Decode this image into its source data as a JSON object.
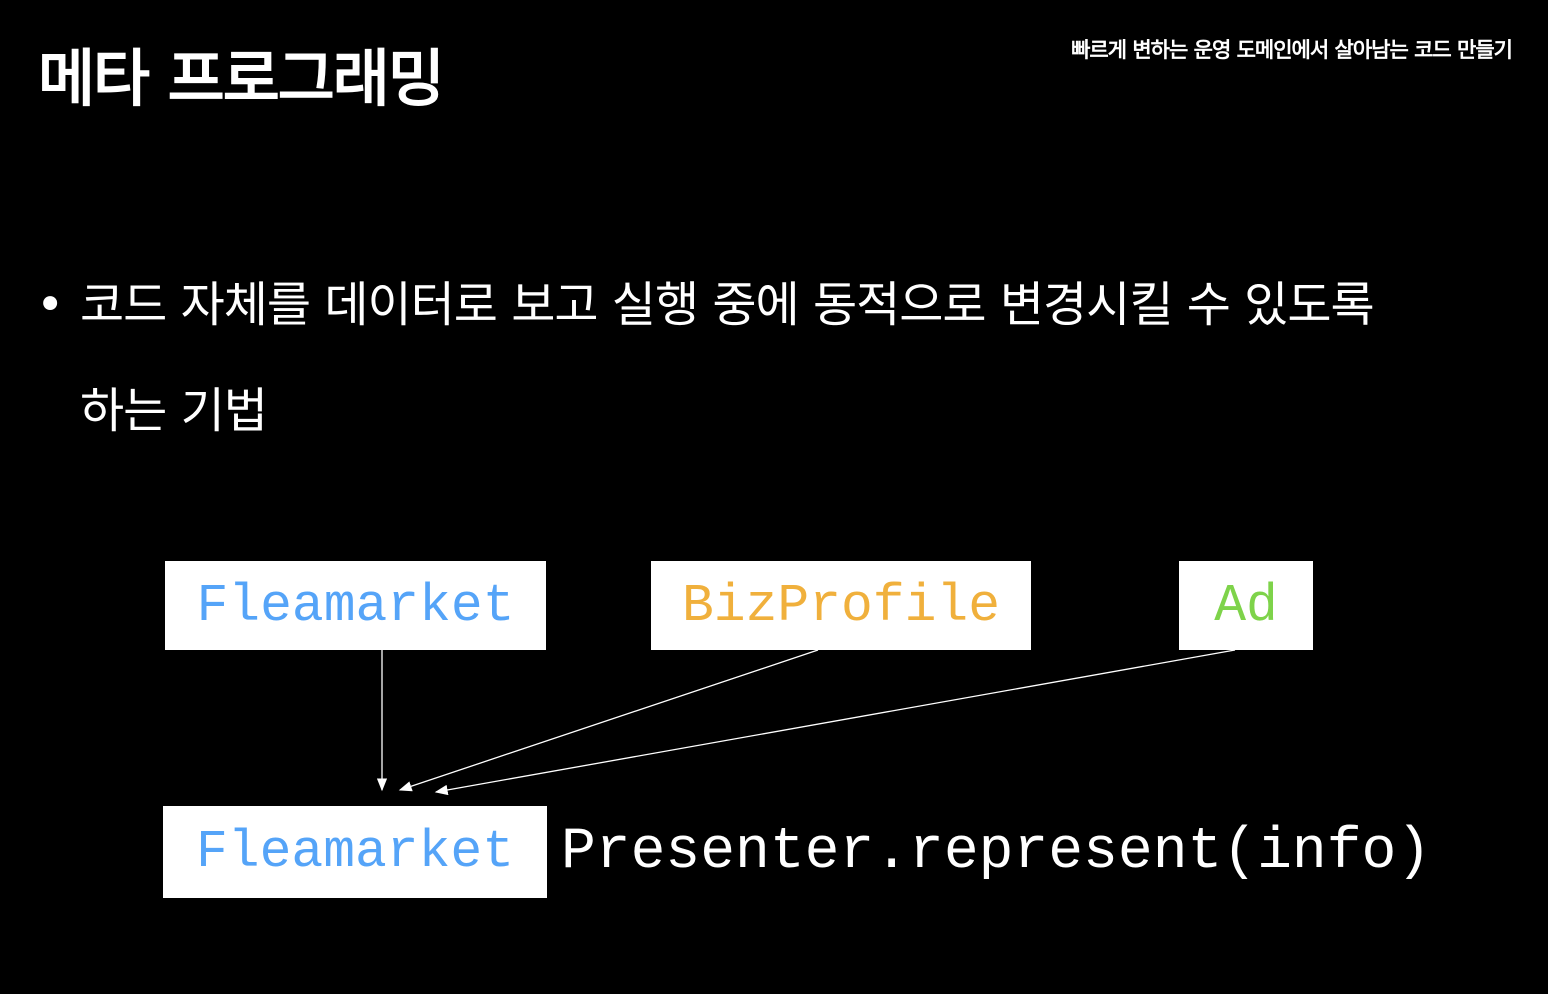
{
  "slide": {
    "title": "메타 프로그래밍",
    "subtitle": "빠르게 변하는 운영 도메인에서 살아남는 코드 만들기",
    "bullet_marker": "•",
    "bullet_text": "코드 자체를 데이터로 보고 실행 중에 동적으로 변경시킬 수 있도록 하는 기법"
  },
  "diagram": {
    "sources": [
      {
        "label": "Fleamarket",
        "color": "#55a4f8"
      },
      {
        "label": "BizProfile",
        "color": "#f0b03c"
      },
      {
        "label": "Ad",
        "color": "#7ed34a"
      }
    ],
    "target": {
      "label": "Fleamarket",
      "color": "#55a4f8"
    },
    "call_suffix": "Presenter.represent(info)"
  }
}
